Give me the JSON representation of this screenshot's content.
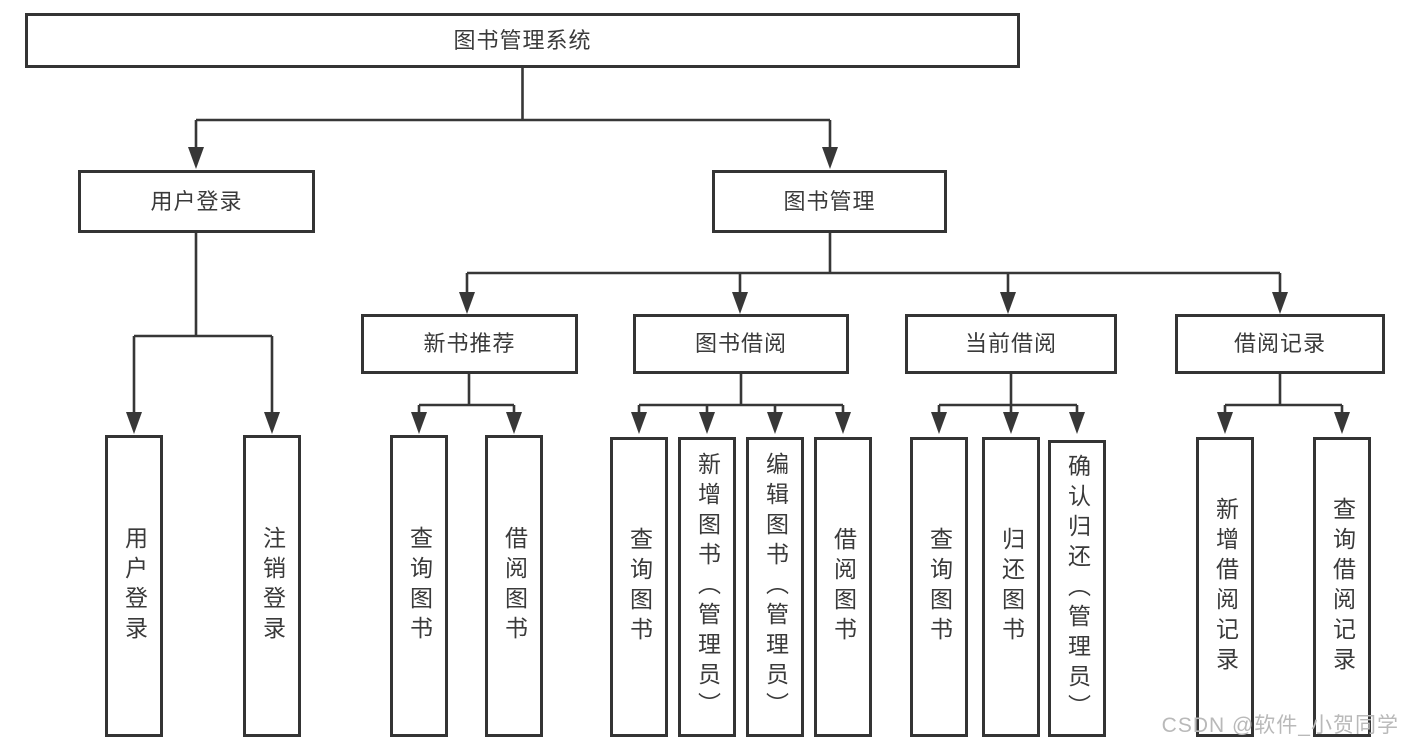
{
  "diagram": {
    "title": "图书管理系统",
    "nodes": {
      "root": {
        "label": "图书管理系统"
      },
      "user_login": {
        "label": "用户登录"
      },
      "book_management": {
        "label": "图书管理"
      },
      "new_book_recommend": {
        "label": "新书推荐"
      },
      "book_borrow": {
        "label": "图书借阅"
      },
      "current_borrow": {
        "label": "当前借阅"
      },
      "borrow_record": {
        "label": "借阅记录"
      },
      "leaf_user_login": {
        "label": "用户登录"
      },
      "leaf_logout": {
        "label": "注销登录"
      },
      "leaf_recommend_query": {
        "label": "查询图书"
      },
      "leaf_recommend_borrow": {
        "label": "借阅图书"
      },
      "leaf_borrow_query": {
        "label": "查询图书"
      },
      "leaf_borrow_add": {
        "label": "新增图书（管理员）"
      },
      "leaf_borrow_edit": {
        "label": "编辑图书（管理员）"
      },
      "leaf_borrow_borrow": {
        "label": "借阅图书"
      },
      "leaf_current_query": {
        "label": "查询图书"
      },
      "leaf_current_return": {
        "label": "归还图书"
      },
      "leaf_current_confirm": {
        "label": "确认归还（管理员）"
      },
      "leaf_record_add": {
        "label": "新增借阅记录"
      },
      "leaf_record_query": {
        "label": "查询借阅记录"
      }
    },
    "edges_note": "tree: root -> [user_login, book_management]; user_login -> [leaf_user_login, leaf_logout]; book_management -> [new_book_recommend, book_borrow, current_borrow, borrow_record]; new_book_recommend -> [leaf_recommend_query, leaf_recommend_borrow]; book_borrow -> [leaf_borrow_query, leaf_borrow_add, leaf_borrow_edit, leaf_borrow_borrow]; current_borrow -> [leaf_current_query, leaf_current_return, leaf_current_confirm]; borrow_record -> [leaf_record_add, leaf_record_query]"
  },
  "watermark": {
    "text": "CSDN @软件_小贺同学"
  },
  "colors": {
    "line": "#373737",
    "box_border": "#343434",
    "text": "#3a3a3a",
    "background": "#ffffff",
    "watermark": "#b9b9b9"
  }
}
